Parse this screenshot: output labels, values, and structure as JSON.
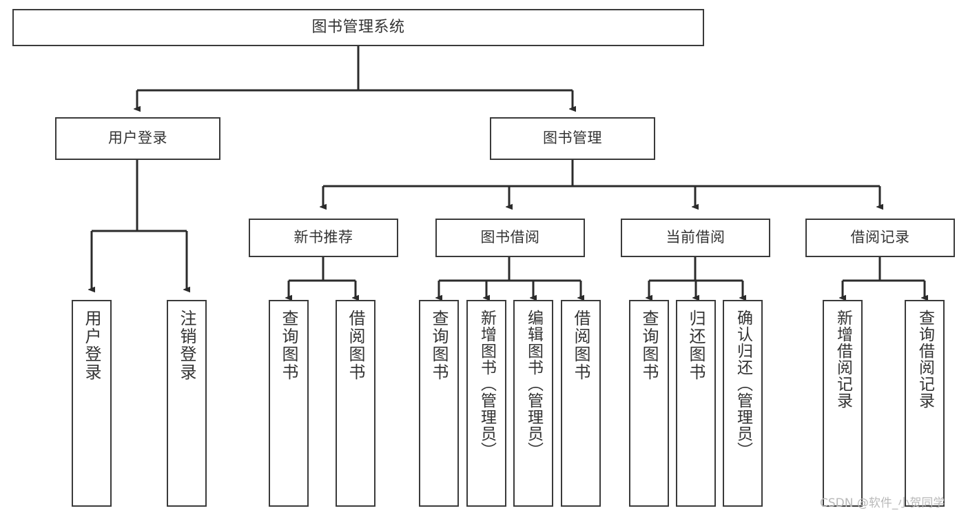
{
  "diagram": {
    "title": "图书管理系统",
    "type": "tree-hierarchy-diagram",
    "colors": {
      "box_border": "#3a3a3a",
      "box_fill": "#ffffff",
      "text": "#333333",
      "connector": "#2b2b2b",
      "watermark": "#b9b9b9",
      "background": "#ffffff"
    },
    "root": {
      "label": "图书管理系统"
    },
    "level2": [
      {
        "label": "用户登录"
      },
      {
        "label": "图书管理"
      }
    ],
    "level3": [
      {
        "label": "新书推荐"
      },
      {
        "label": "图书借阅"
      },
      {
        "label": "当前借阅"
      },
      {
        "label": "借阅记录"
      }
    ],
    "leaves": {
      "user_login": [
        {
          "label": "用户登录"
        },
        {
          "label": "注销登录"
        }
      ],
      "new_book_recommend": [
        {
          "label": "查询图书"
        },
        {
          "label": "借阅图书"
        }
      ],
      "book_borrow": [
        {
          "label": "查询图书"
        },
        {
          "label": "新增图书（管理员）"
        },
        {
          "label": "编辑图书（管理员）"
        },
        {
          "label": "借阅图书"
        }
      ],
      "current_borrow": [
        {
          "label": "查询图书"
        },
        {
          "label": "归还图书"
        },
        {
          "label": "确认归还（管理员）"
        }
      ],
      "borrow_record": [
        {
          "label": "新增借阅记录"
        },
        {
          "label": "查询借阅记录"
        }
      ]
    },
    "watermark": "CSDN @软件_小贺同学"
  }
}
